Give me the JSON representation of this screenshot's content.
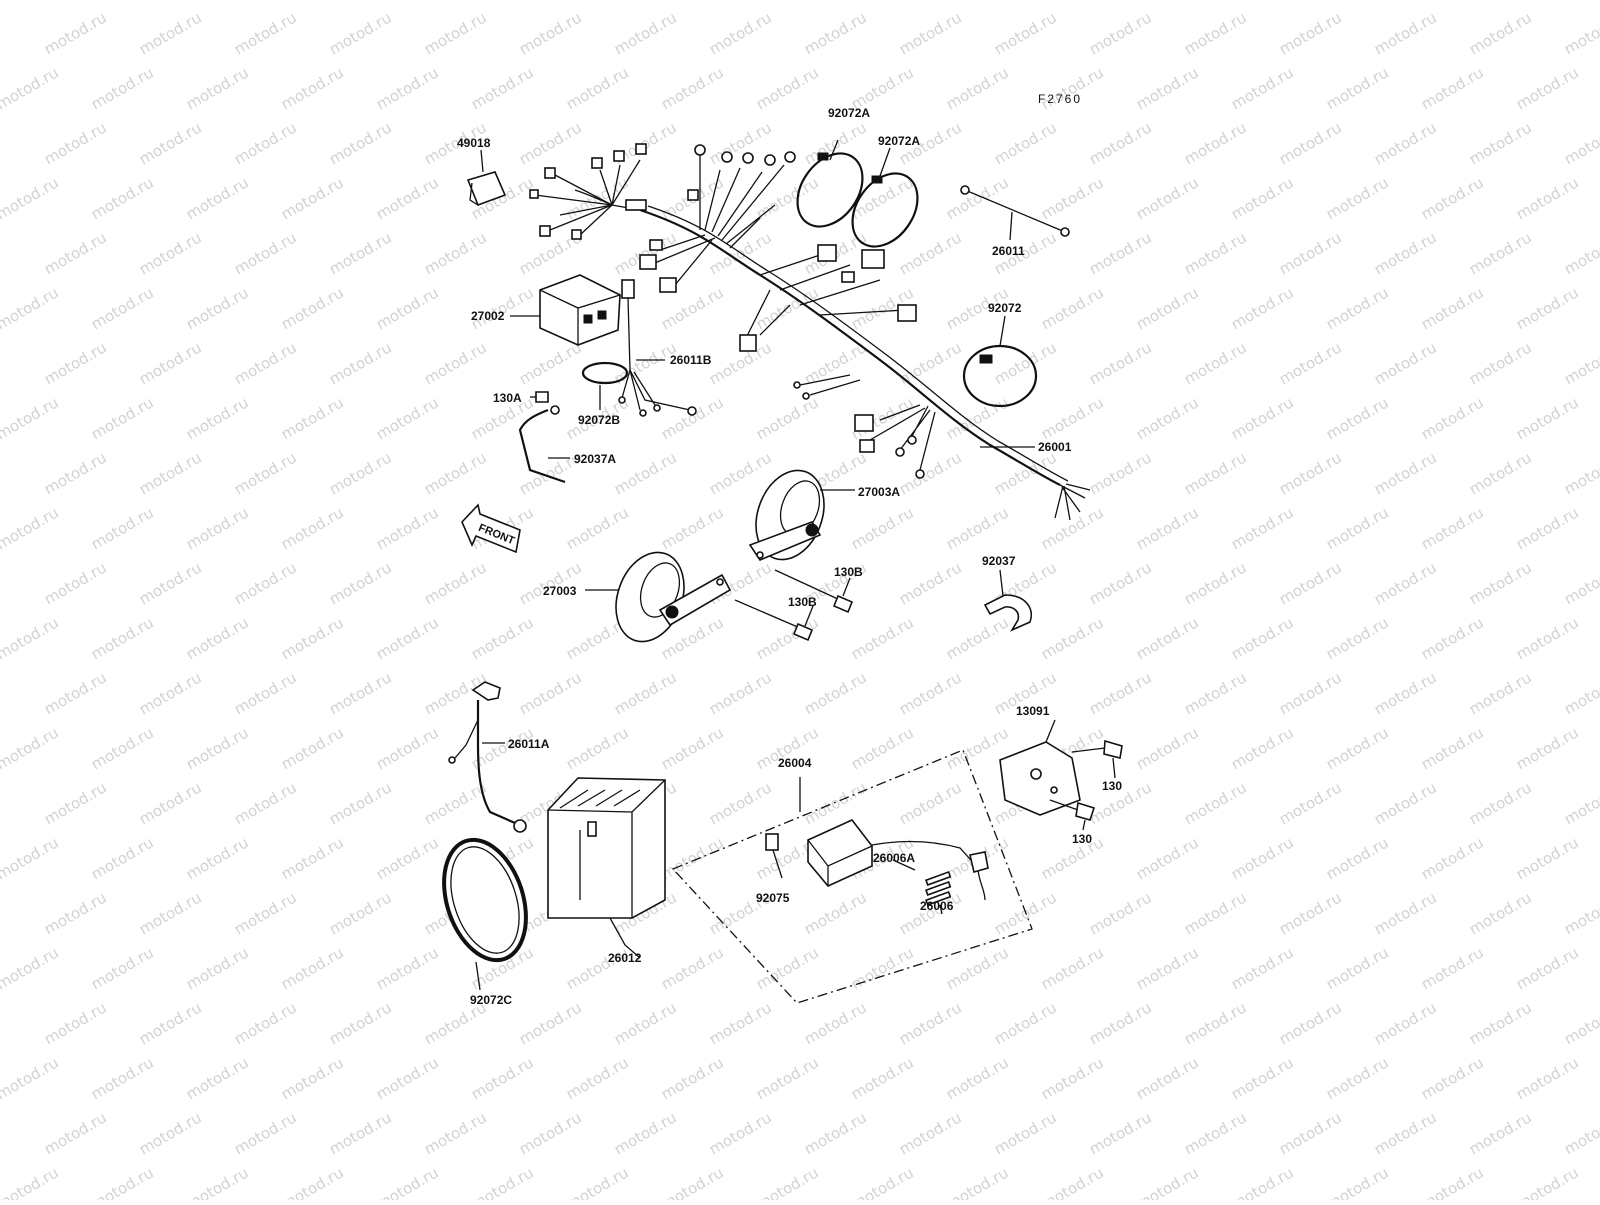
{
  "figure_code": "F2760",
  "watermark": "motod.ru",
  "front_label": "FRONT",
  "part_labels": {
    "p49018": "49018",
    "p92072A_1": "92072A",
    "p92072A_2": "92072A",
    "p26011": "26011",
    "p27002": "27002",
    "p26011B": "26011B",
    "p92072": "92072",
    "p130A": "130A",
    "p92072B": "92072B",
    "p92037A": "92037A",
    "p26001": "26001",
    "p27003A": "27003A",
    "p130B_1": "130B",
    "p27003": "27003",
    "p130B_2": "130B",
    "p92037": "92037",
    "p13091": "13091",
    "p26011A": "26011A",
    "p26004": "26004",
    "p130_1": "130",
    "p130_2": "130",
    "p26006A": "26006A",
    "p92075": "92075",
    "p26006": "26006",
    "p26012": "26012",
    "p92072C": "92072C"
  }
}
